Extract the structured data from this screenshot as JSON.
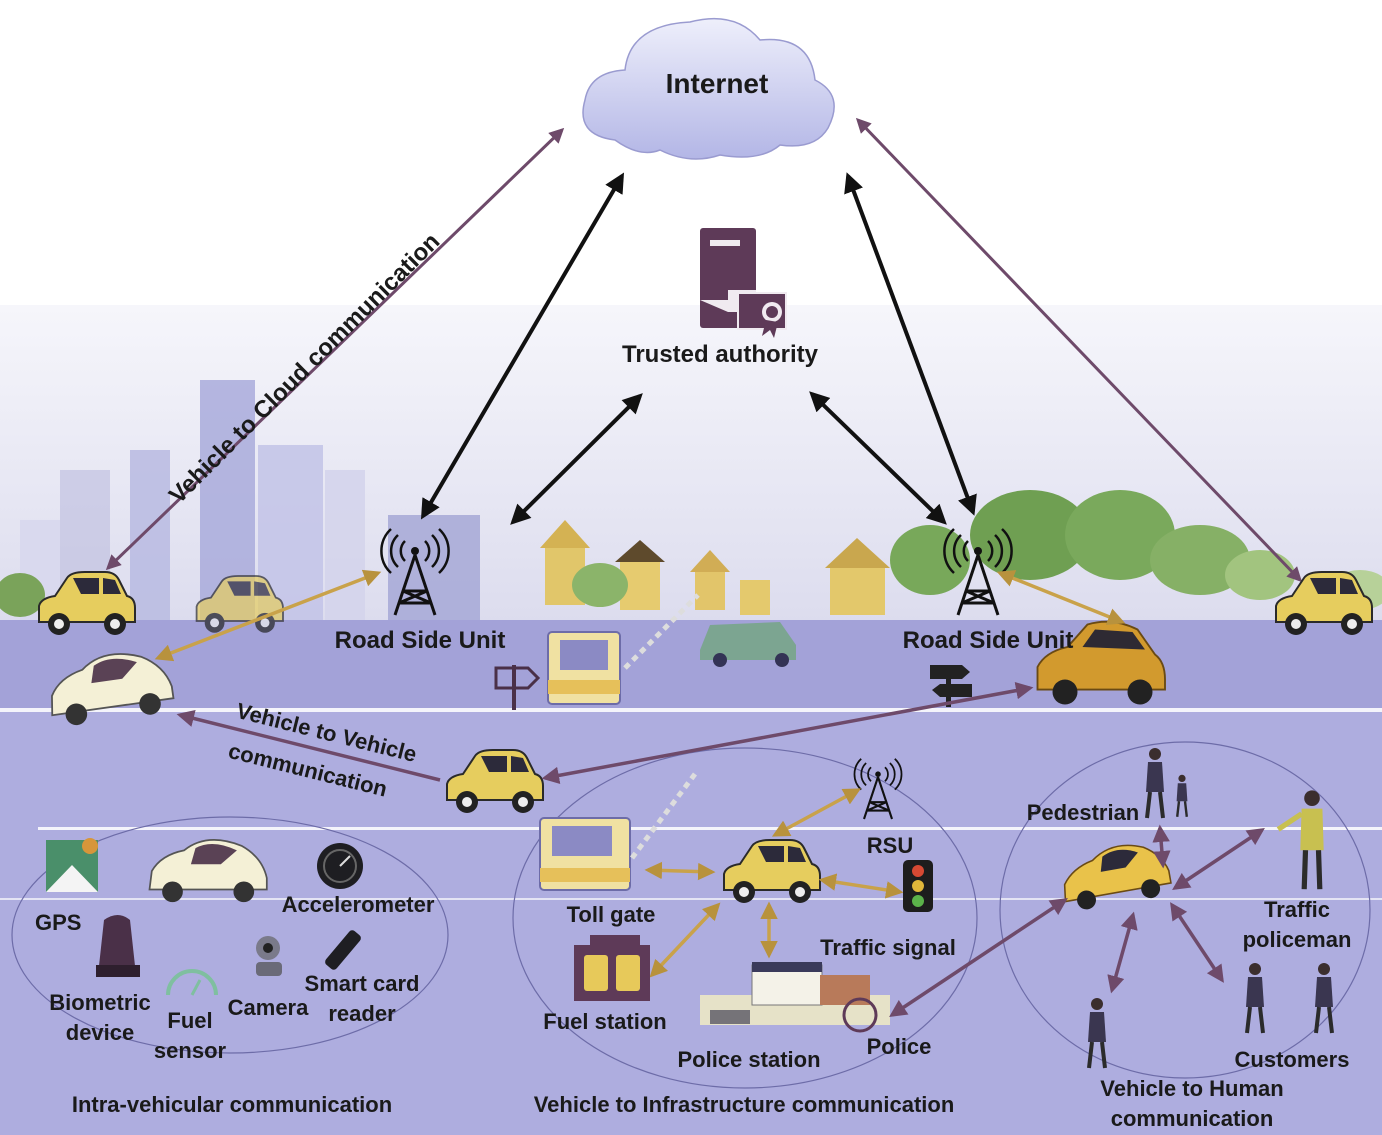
{
  "labels": {
    "internet": "Internet",
    "trusted_authority": "Trusted authority",
    "v2c": "Vehicle to Cloud communication",
    "rsu_left": "Road Side Unit",
    "rsu_right": "Road Side Unit",
    "v2v_line1": "Vehicle to Vehicle",
    "v2v_line2": "communication",
    "gps": "GPS",
    "accelerometer": "Accelerometer",
    "biometric_line1": "Biometric",
    "biometric_line2": "device",
    "fuel_line1": "Fuel",
    "fuel_line2": "sensor",
    "camera": "Camera",
    "smartcard_line1": "Smart card",
    "smartcard_line2": "reader",
    "intra": "Intra-vehicular  communication",
    "rsu_small": "RSU",
    "toll_gate": "Toll gate",
    "traffic_signal": "Traffic signal",
    "fuel_station": "Fuel station",
    "police_station": "Police station",
    "police": "Police",
    "v2i": "Vehicle to Infrastructure communication",
    "pedestrian": "Pedestrian",
    "traffic_line1": "Traffic",
    "traffic_line2": "policeman",
    "customers": "Customers",
    "v2h_line1": "Vehicle to Human",
    "v2h_line2": "communication"
  },
  "colors": {
    "road": "#a9a7dc",
    "sky": "#eeeef8",
    "arrow_dark": "#111111",
    "arrow_purple": "#7a5676",
    "arrow_gold": "#c9a24a",
    "car_yellow": "#e7cf63",
    "server": "#5e3a58"
  }
}
